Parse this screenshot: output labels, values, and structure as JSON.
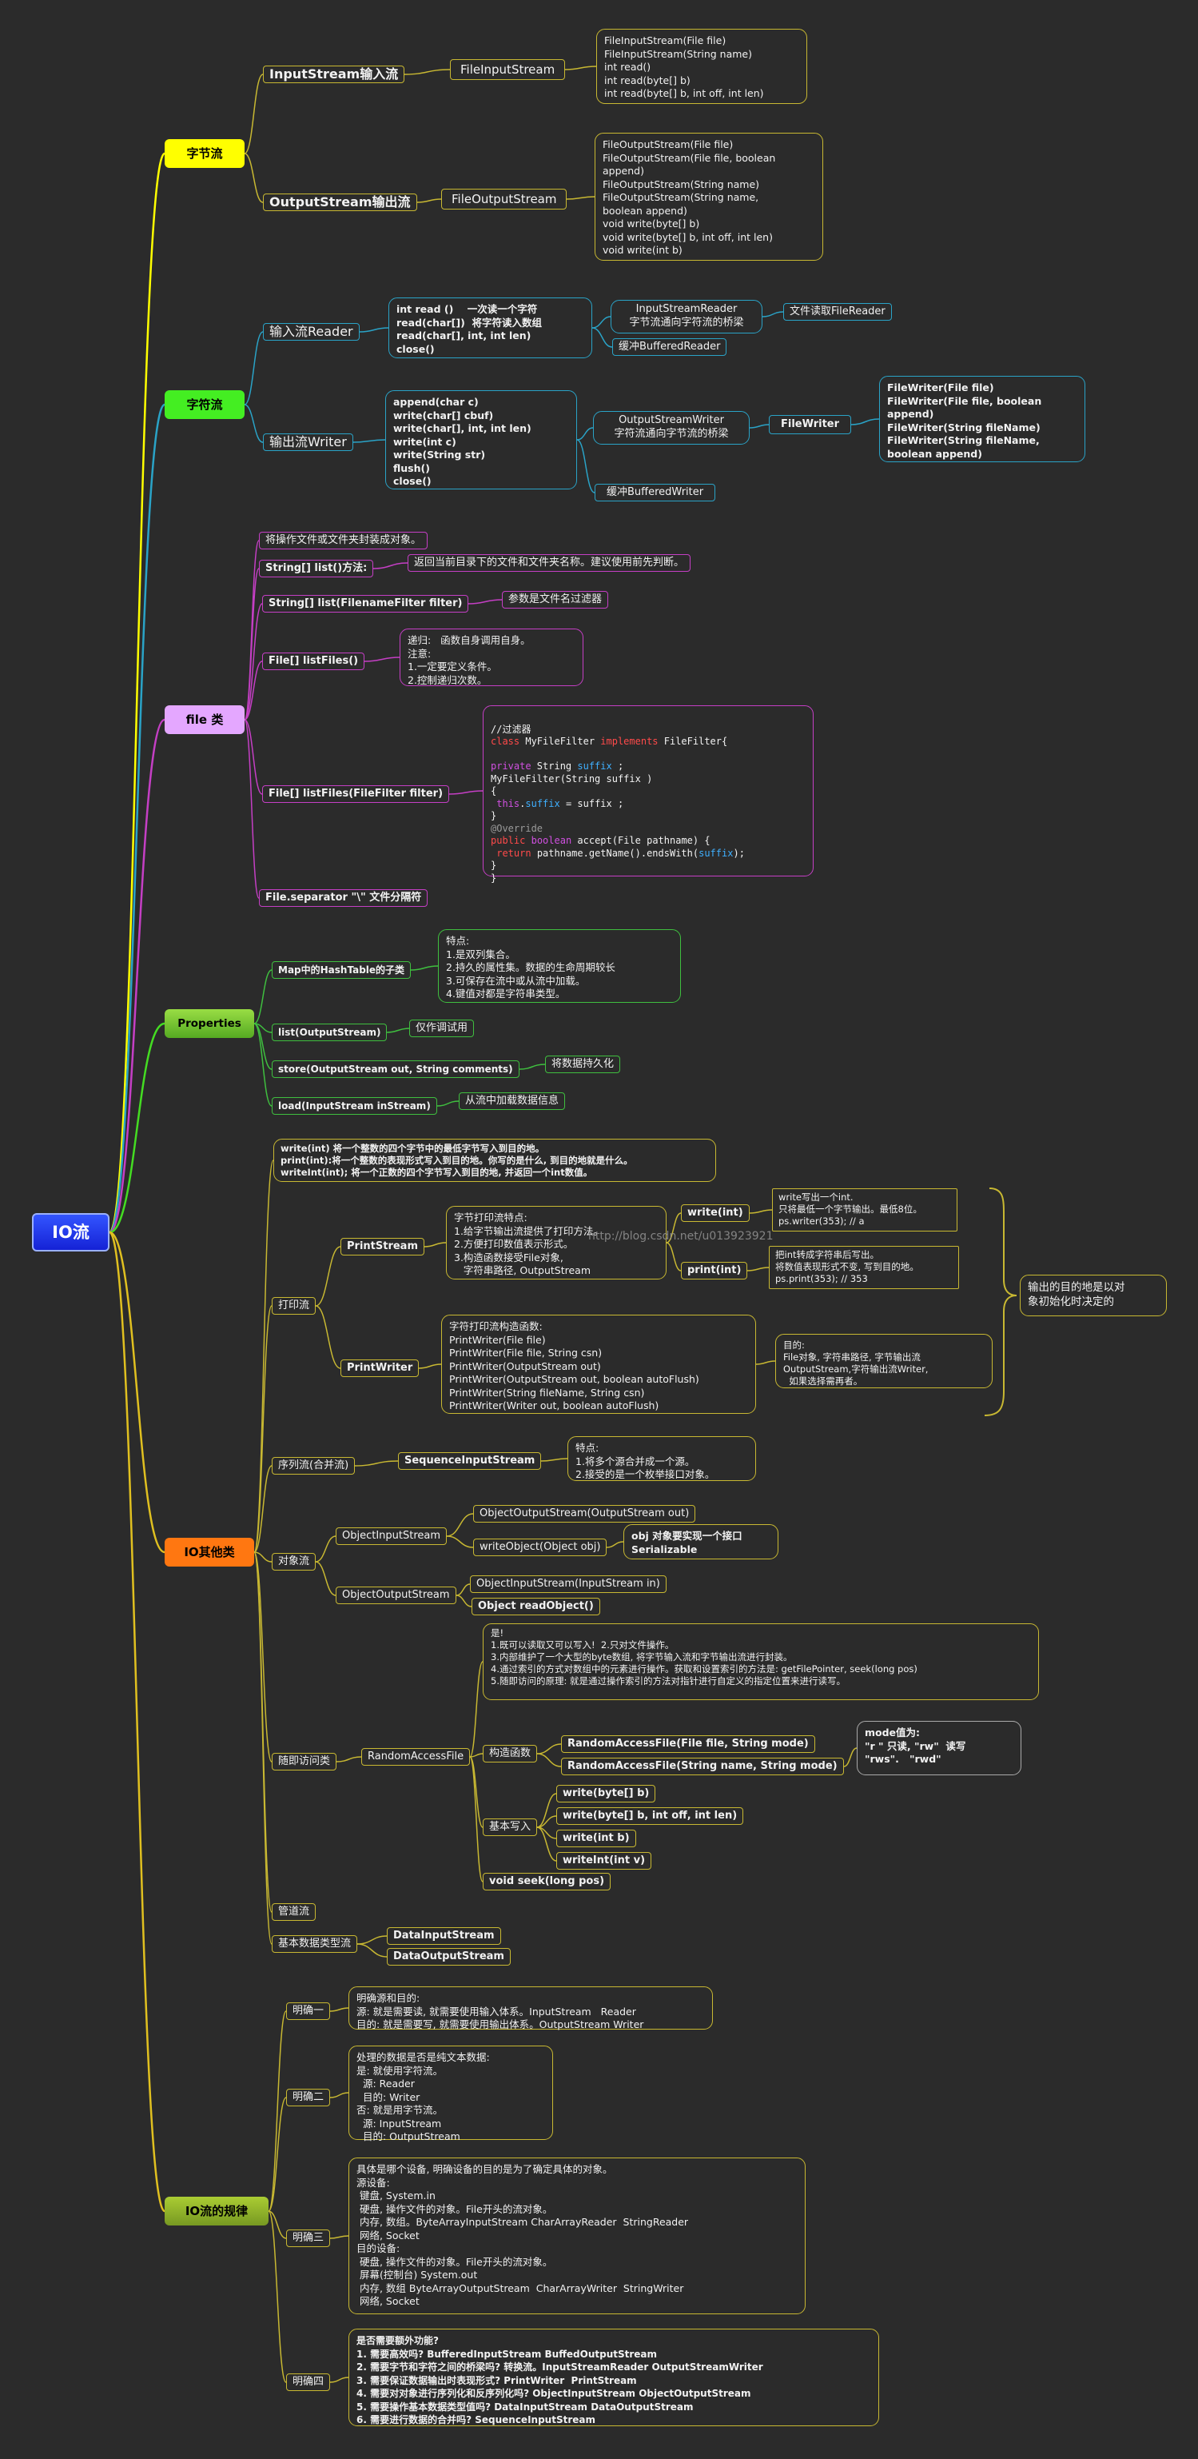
{
  "root": "IO流",
  "branches": {
    "byte": {
      "label": "字节流",
      "color": "#ffff00"
    },
    "char": {
      "label": "字符流",
      "color": "#44ee22"
    },
    "file": {
      "label": "file 类",
      "color": "#e4a7ff"
    },
    "props": {
      "label": "Properties",
      "color": "#77c733"
    },
    "other": {
      "label": "IO其他类",
      "color": "#ff7711"
    },
    "rules": {
      "label": "IO流的规律",
      "color": "#99bb22"
    }
  },
  "byte_stream": {
    "input": {
      "label": "InputStream输入流",
      "sub": "FileInputStream",
      "methods": "FileInputStream(File file)\nFileInputStream(String name)\nint read()\nint read(byte[] b)\nint read(byte[] b, int off, int len)"
    },
    "output": {
      "label": "OutputStream输出流",
      "sub": "FileOutputStream",
      "methods": "FileOutputStream(File file)\nFileOutputStream(File file, boolean\nappend)\nFileOutputStream(String name)\nFileOutputStream(String name,\nboolean append)\nvoid write(byte[] b)\nvoid write(byte[] b, int off, int len)\nvoid write(int b)"
    }
  },
  "char_stream": {
    "reader": {
      "label": "输入流Reader",
      "methods": "int read ()    一次读一个字符\nread(char[])  将字符读入数组\nread(char[], int, int len)\nclose()",
      "isr": "InputStreamReader\n字节流通向字符流的桥梁",
      "file_reader": "文件读取FileReader",
      "buffered": "缓冲BufferedReader"
    },
    "writer": {
      "label": "输出流Writer",
      "methods": "append(char c)\nwrite(char[] cbuf)\nwrite(char[], int, int len)\nwrite(int c)\nwrite(String str)\nflush()\nclose()",
      "osw": "OutputStreamWriter\n字符流通向字节流的桥梁",
      "file_writer": "FileWriter",
      "fw_ctors": "FileWriter(File file)\nFileWriter(File file, boolean\nappend)\nFileWriter(String fileName)\nFileWriter(String fileName,\nboolean append)",
      "buffered": "缓冲BufferedWriter"
    }
  },
  "file_class": {
    "desc": "将操作文件或文件夹封装成对象。",
    "list": {
      "label": "String[] list()方法:",
      "note": "返回当前目录下的文件和文件夹名称。建议使用前先判断。"
    },
    "list_filter": {
      "label": "String[] list(FilenameFilter filter)",
      "note": "参数是文件名过滤器"
    },
    "listfiles": {
      "label": "File[] listFiles()",
      "note": "递归:   函数自身调用自身。\n注意:\n1.一定要定义条件。\n2.控制递归次数。"
    },
    "listfiles_filter": {
      "label": "File[] listFiles(FileFilter filter)"
    },
    "code": {
      "l1": "//过滤器",
      "l2a": "class",
      "l2b": " MyFileFilter ",
      "l2c": "implements",
      "l2d": " FileFilter{",
      "l3a": "private",
      "l3b": " String ",
      "l3c": "suffix",
      "l3d": " ;",
      "l4": "MyFileFilter(String suffix )",
      "l5": "{",
      "l6a": "this",
      "l6b": ".",
      "l6c": "suffix",
      "l6d": " = suffix ;",
      "l7": "}",
      "l8": "@Override",
      "l9a": "public",
      "l9b": " ",
      "l9c": "boolean",
      "l9d": " accept(File pathname) {",
      "l10a": "return",
      "l10b": " pathname.getName().endsWith(",
      "l10c": "suffix",
      "l10d": ");",
      "l11": "}",
      "l12": "}"
    },
    "separator": "File.separator \"\\\" 文件分隔符"
  },
  "properties": {
    "hashtable": {
      "label": "Map中的HashTable的子类",
      "note": "特点:\n1.是双列集合。\n2.持久的属性集。数据的生命周期较长\n3.可保存在流中或从流中加载。\n4.键值对都是字符串类型。"
    },
    "list": {
      "label": "list(OutputStream)",
      "note": "仅作调试用"
    },
    "store": {
      "label": "store(OutputStream out, String comments)",
      "note": "将数据持久化"
    },
    "load": {
      "label": "load(InputStream inStream)",
      "note": "从流中加载数据信息"
    }
  },
  "other_io": {
    "write_note": "write(int) 将一个整数的四个字节中的最低字节写入到目的地。\nprint(int):将一个整数的表现形式写入到目的地。你写的是什么, 到目的地就是什么。\nwriteInt(int); 将一个正数的四个字节写入到目的地, 并返回一个int数值。",
    "print_label": "打印流",
    "printstream": {
      "label": "PrintStream",
      "features": "字节打印流特点:\n1.给字节输出流提供了打印方法。\n2.方便打印数值表示形式。\n3.构造函数接受File对象,\n   字符串路径, OutputStream",
      "write": "write(int)",
      "write_note": "write写出一个int.\n只将最低一个字节输出。最低8位。\nps.writer(353); // a",
      "print": "print(int)",
      "print_note": "把int转成字符串后写出。\n将数值表现形式不变, 写到目的地。\nps.print(353); // 353"
    },
    "printwriter": {
      "label": "PrintWriter",
      "features": "字符打印流构造函数:\nPrintWriter(File file)\nPrintWriter(File file, String csn)\nPrintWriter(OutputStream out)\nPrintWriter(OutputStream out, boolean autoFlush)\nPrintWriter(String fileName, String csn)\nPrintWriter(Writer out, boolean autoFlush)",
      "purpose": "目的:\nFile对象, 字符串路径, 字节输出流\nOutputStream,字符输出流Writer,\n  如果选择需再者。"
    },
    "print_summary": "输出的目的地是以对\n象初始化时决定的",
    "sequence": {
      "label": "序列流(合并流)",
      "class": "SequenceInputStream",
      "note": "特点:\n1.将多个源合并成一个源。\n2.接受的是一个枚举接口对象。"
    },
    "object": {
      "label": "对象流",
      "ois": "ObjectInputStream",
      "ois_ctor": "ObjectOutputStream(OutputStream out)",
      "ois_write": "writeObject(Object obj)",
      "serial": "obj 对象要实现一个接口\nSerializable",
      "oos": "ObjectOutputStream",
      "oos_ctor": "ObjectInputStream(InputStream in)",
      "oos_read": "Object readObject()"
    },
    "random": {
      "label": "随即访问类",
      "class": "RandomAccessFile",
      "desc": "是!\n1.既可以读取又可以写入!  2.只对文件操作。\n3.内部维护了一个大型的byte数组, 将字节输入流和字节输出流进行封装。\n4.通过索引的方式对数组中的元素进行操作。获取和设置索引的方法是: getFilePointer, seek(long pos)\n5.随即访问的原理: 就是通过操作索引的方法对指针进行自定义的指定位置来进行读写。",
      "ctor_label": "构造函数",
      "ctor1": "RandomAccessFile(File file, String mode)",
      "ctor2": "RandomAccessFile(String name, String mode)",
      "mode": "mode值为:\n\"r \" 只读, \"rw\"  读写\n\"rws\".   \"rwd\"",
      "write_label": "基本写入",
      "w1": "write(byte[] b)",
      "w2": "write(byte[] b, int off, int len)",
      "w3": "write(int b)",
      "w4": "writeInt(int v)",
      "seek": "void seek(long pos)"
    },
    "pipe": "管道流",
    "data": {
      "label": "基本数据类型流",
      "in": "DataInputStream",
      "out": "DataOutputStream"
    }
  },
  "rules": {
    "r1": {
      "label": "明确一",
      "text": "明确源和目的:\n源: 就是需要读, 就需要使用输入体系。InputStream   Reader\n目的: 就是需要写, 就需要使用输出体系。OutputStream Writer"
    },
    "r2": {
      "label": "明确二",
      "text": "处理的数据是否是纯文本数据:\n是: 就使用字符流。\n  源: Reader\n  目的: Writer\n否: 就是用字节流。\n  源: InputStream\n  目的: OutputStream"
    },
    "r3": {
      "label": "明确三",
      "text": "具体是哪个设备, 明确设备的目的是为了确定具体的对象。\n源设备:\n 键盘, System.in\n 硬盘, 操作文件的对象。File开头的流对象。\n 内存, 数组。ByteArrayInputStream CharArrayReader  StringReader\n 网络, Socket\n目的设备:\n 硬盘, 操作文件的对象。File开头的流对象。\n 屏幕(控制台) System.out\n 内存, 数组 ByteArrayOutputStream  CharArrayWriter  StringWriter\n 网络, Socket"
    },
    "r4": {
      "label": "明确四",
      "text": "是否需要额外功能?\n1. 需要高效吗? BufferedInputStream BuffedOutputStream\n2. 需要字节和字符之间的桥梁吗? 转换流。InputStreamReader OutputStreamWriter\n3. 需要保证数据输出时表现形式? PrintWriter  PrintStream\n4. 需要对对象进行序列化和反序列化吗? ObjectInputStream ObjectOutputStream\n5. 需要操作基本数据类型值吗? DataInputStream DataOutputStream\n6. 需要进行数据的合并吗? SequenceInputStream"
    }
  },
  "watermark": "http://blog.csdn.net/u013923921"
}
